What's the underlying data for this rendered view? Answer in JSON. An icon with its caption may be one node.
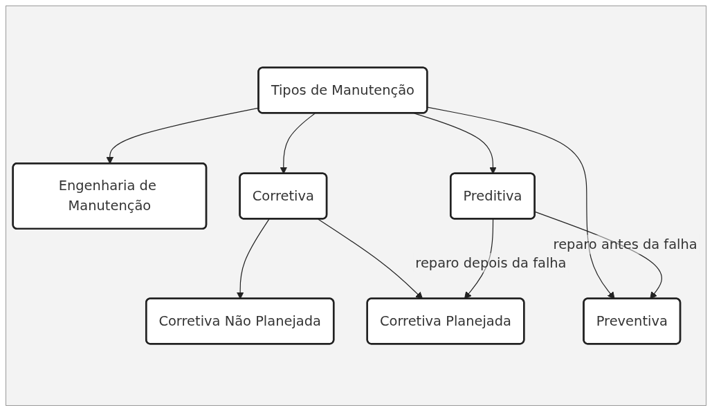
{
  "diagram": {
    "nodes": [
      {
        "text": [
          "Tipos de Manutenção"
        ]
      },
      {
        "text": [
          "Corretiva"
        ]
      },
      {
        "text": [
          "Preventiva"
        ]
      },
      {
        "text": [
          "Preditiva"
        ]
      },
      {
        "text": [
          "Engenharia de Manutenção"
        ]
      },
      {
        "text": [
          "Corretiva Não Planejada"
        ]
      },
      {
        "text": [
          "Corretiva Planejada"
        ]
      }
    ],
    "edges": [
      {
        "from": 0,
        "to": 1,
        "arrow": "to"
      },
      {
        "from": 0,
        "to": 2,
        "arrow": "to"
      },
      {
        "from": 0,
        "to": 3,
        "arrow": "to"
      },
      {
        "from": 0,
        "to": 4,
        "arrow": "to"
      },
      {
        "from": 1,
        "to": 5,
        "arrow": "to"
      },
      {
        "from": 1,
        "to": 6,
        "arrow": "to"
      },
      {
        "from": 3,
        "to": 2,
        "label": "reparo antes da falha",
        "arrow": "to"
      },
      {
        "from": 3,
        "to": 6,
        "label": "reparo depois da falha",
        "arrow": "to"
      }
    ]
  }
}
